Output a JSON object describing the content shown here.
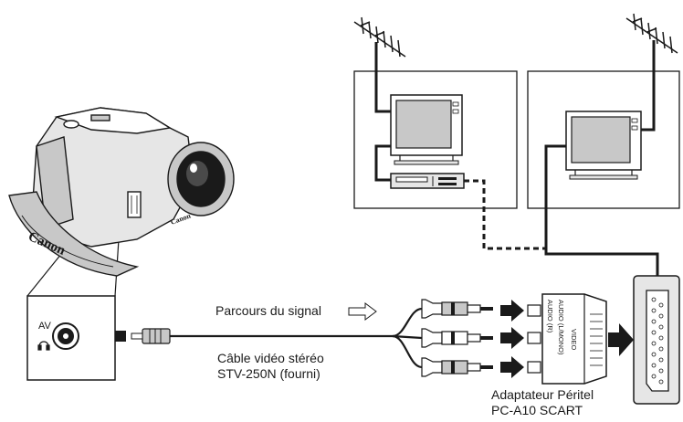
{
  "labels": {
    "signal_path": "Parcours du signal",
    "cable_line1": "Câble vidéo stéréo",
    "cable_line2": "STV-250N (fourni)",
    "adapter_line1": "Adaptateur Péritel",
    "adapter_line2": "PC-A10 SCART",
    "av_jack": "AV",
    "camera_brand": "Canon",
    "camera_brand_small": "Canon",
    "adapter_audio_r": "AUDIO (R)",
    "adapter_audio_l": "AUDIO (L/MONO)",
    "adapter_video": "VIDEO"
  },
  "icons": {
    "antenna_left": "antenna-icon",
    "antenna_right": "antenna-icon",
    "tv_left": "television-icon",
    "vcr": "vcr-icon",
    "tv_right": "television-icon",
    "camcorder": "camcorder-icon",
    "headphone": "headphone-icon",
    "signal_arrow": "outline-arrow-right-icon"
  },
  "colors": {
    "line": "#1a1a1a",
    "gray_fill": "#c8c8c8",
    "light_fill": "#e6e6e6"
  }
}
